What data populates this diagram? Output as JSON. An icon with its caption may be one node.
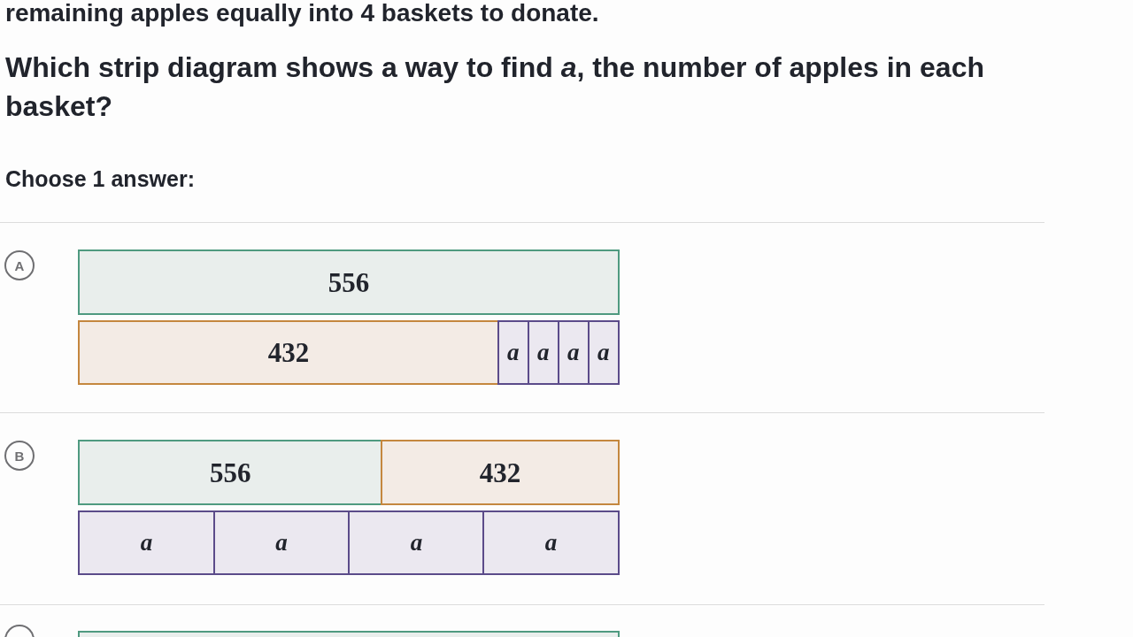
{
  "diagram": {
    "nodes": [
      {
        "text": [
          "556"
        ]
      },
      {
        "text": [
          "432"
        ]
      },
      {
        "text": [
          "a"
        ]
      },
      {
        "text": [
          "a"
        ]
      },
      {
        "text": [
          "a"
        ]
      },
      {
        "text": [
          "a"
        ]
      },
      {
        "text": [
          "556"
        ]
      },
      {
        "text": [
          "432"
        ]
      },
      {
        "text": [
          "a"
        ]
      },
      {
        "text": [
          "a"
        ]
      },
      {
        "text": [
          "a"
        ]
      },
      {
        "text": [
          "a"
        ]
      },
      {
        "text": [],
        "shape": "bar"
      }
    ],
    "labels": [
      "remaining apples equally into 4 baskets to donate.",
      "Which strip diagram shows a way to find *a*, the number of apples in each basket?",
      "Choose 1 answer:",
      "A",
      "B"
    ]
  }
}
